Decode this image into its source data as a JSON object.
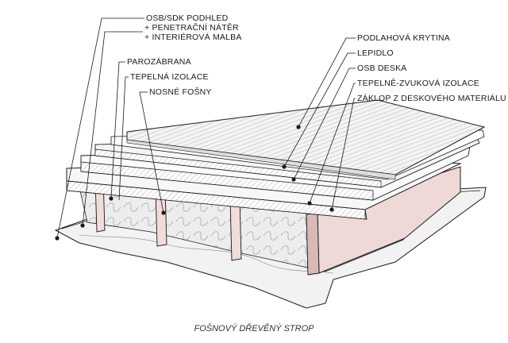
{
  "labels": {
    "osb_sdk": "OSB/SDK PODHLED",
    "penetracni": "+ PENETRAČNÍ NÁTĚR",
    "malba": "+ INTERIÉROVÁ MALBA",
    "parozabrana": "PAROZÁBRANA",
    "tepelna": "TEPELNÁ IZOLACE",
    "fosny": "NOSNÉ FOŠNY",
    "podlahova": "PODLAHOVÁ KRYTINA",
    "lepidlo": "LEPIDLO",
    "osb_deska": "OSB DESKA",
    "tepelne_zvukova": "TEPELNĚ-ZVUKOVÁ IZOLACE",
    "zaklop": "ZÁKLOP Z DESKOVÉHO MATERIÁLU"
  },
  "caption": "FOŠNOVÝ DŘEVĚNÝ STROP",
  "colors": {
    "line": "#1a1a1a",
    "joist": "#eed9d6",
    "joist_shade": "#d9b9b5",
    "insulation": "#eaeaea",
    "parquet": "#f3f3f3",
    "background": "#ffffff"
  }
}
